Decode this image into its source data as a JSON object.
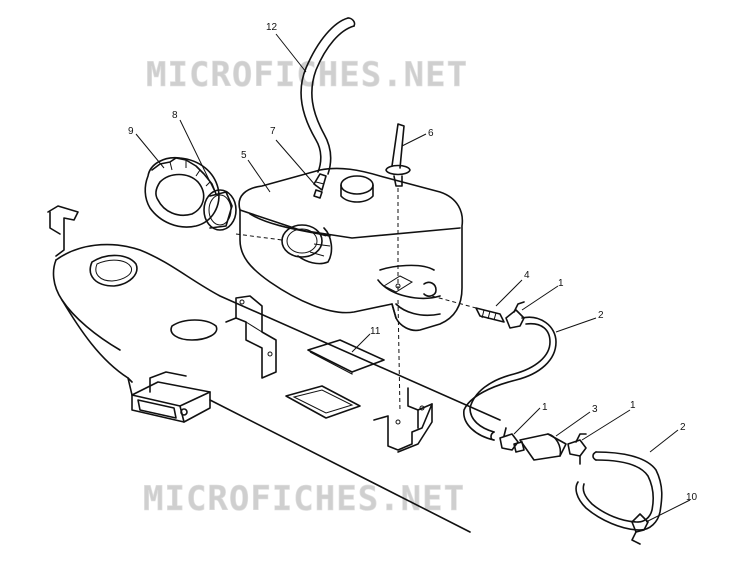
{
  "watermark": {
    "top": "MICROFICHES.NET",
    "bottom": "MICROFICHES.NET"
  },
  "callouts": [
    {
      "id": "c1a",
      "label": "1"
    },
    {
      "id": "c1b",
      "label": "1"
    },
    {
      "id": "c1c",
      "label": "1"
    },
    {
      "id": "c2a",
      "label": "2"
    },
    {
      "id": "c2b",
      "label": "2"
    },
    {
      "id": "c3",
      "label": "3"
    },
    {
      "id": "c4",
      "label": "4"
    },
    {
      "id": "c5",
      "label": "5"
    },
    {
      "id": "c6",
      "label": "6"
    },
    {
      "id": "c7",
      "label": "7"
    },
    {
      "id": "c8",
      "label": "8"
    },
    {
      "id": "c9",
      "label": "9"
    },
    {
      "id": "c10",
      "label": "10"
    },
    {
      "id": "c11",
      "label": "11"
    },
    {
      "id": "c12",
      "label": "12"
    }
  ],
  "colors": {
    "ink": "#111111",
    "background": "#ffffff",
    "watermark": "#cfcfcf"
  }
}
